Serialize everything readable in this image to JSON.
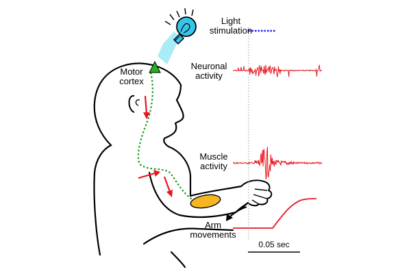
{
  "labels": {
    "light_line1": "Light",
    "light_line2": "stimulation",
    "neuronal_line1": "Neuronal",
    "neuronal_line2": "activity",
    "motor_line1": "Motor",
    "motor_line2": "cortex",
    "muscle_line1": "Muscle",
    "muscle_line2": "activity",
    "arm_line1": "Arm",
    "arm_line2": "movements",
    "scale_bar": "0.05 sec"
  },
  "colors": {
    "outline": "#000000",
    "signal": "#e8141e",
    "stimulation": "#1a1aff",
    "pathway": "#1a9a1a",
    "neuron": "#22b222",
    "bulb": "#37c6ea",
    "beam": "#a8ecf6",
    "muscle": "#f5b622",
    "onset_line": "#9a9a9a"
  },
  "icons": {
    "bulb": "light-bulb-icon",
    "neuron": "neuron-triangle-icon"
  }
}
